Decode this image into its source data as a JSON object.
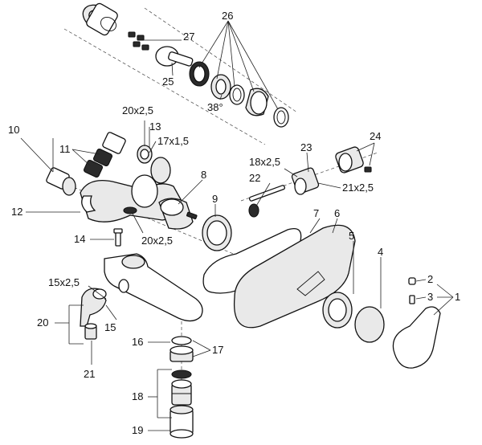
{
  "labels": {
    "l1": "1",
    "l2": "2",
    "l3": "3",
    "l4": "4",
    "l5": "5",
    "l6": "6",
    "l7": "7",
    "l8": "8",
    "l9": "9",
    "l10": "10",
    "l11": "11",
    "l12": "12",
    "l13": "13",
    "l14": "14",
    "l15": "15",
    "l16": "16",
    "l17": "17",
    "l18": "18",
    "l19": "19",
    "l20": "20",
    "l21": "21",
    "l22": "22",
    "l23": "23",
    "l24": "24",
    "l25": "25",
    "l26": "26",
    "l27": "27",
    "l38deg": "38°",
    "l20x25a": "20x2,5",
    "l20x25b": "20x2,5",
    "l17x15": "17x1,5",
    "l18x25": "18x2,5",
    "l21x25": "21x2,5",
    "l15x25": "15x2,5"
  }
}
